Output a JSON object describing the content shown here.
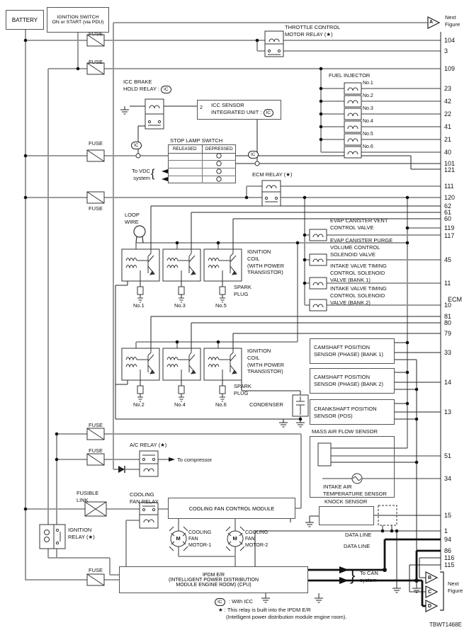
{
  "doc_code": "TBWT1468E",
  "ecm_label": "ECM",
  "pins": [
    "104",
    "3",
    "109",
    "23",
    "42",
    "22",
    "41",
    "21",
    "40",
    "101",
    "121",
    "111",
    "120",
    "62",
    "61",
    "60",
    "119",
    "117",
    "45",
    "11",
    "10",
    "81",
    "80",
    "79",
    "33",
    "14",
    "13",
    "51",
    "34",
    "15",
    "1",
    "94",
    "86",
    "116",
    "115"
  ],
  "battery": "BATTERY",
  "ignition_switch": [
    "IGNITION SWITCH",
    "ON or START (via PDU)"
  ],
  "fuse": "FUSE",
  "fusible_link": [
    "FUSIBLE",
    "LINK"
  ],
  "throttle_relay": [
    "THROTTLE CONTROL",
    "MOTOR RELAY (★)"
  ],
  "icc_brake_relay": [
    "ICC BRAKE",
    "HOLD RELAY :"
  ],
  "ic": "IC",
  "icc_sensor": {
    "pin": "2",
    "l1": "ICC SENSOR",
    "l2": "INTEGRATED UNIT :"
  },
  "stop_lamp": {
    "title": "STOP LAMP SWITCH",
    "col1": "RELEASED",
    "col2": "DEPRESSED"
  },
  "to_vdc": [
    "To VDC",
    "system"
  ],
  "ecm_relay": "ECM RELAY (★)",
  "fuel_injector": "FUEL INJECTOR",
  "inj": [
    "No.1",
    "No.2",
    "No.3",
    "No.4",
    "No.5",
    "No.6"
  ],
  "loop_wire": [
    "LOOP",
    "WIRE"
  ],
  "ign_coil": [
    "IGNITION",
    "COIL",
    "(WITH POWER",
    "TRANSISTOR)"
  ],
  "spark_plug": [
    "SPARK",
    "PLUG"
  ],
  "coil_nums_b1": [
    "No.1",
    "No.3",
    "No.5"
  ],
  "coil_nums_b2": [
    "No.2",
    "No.4",
    "No.6"
  ],
  "ev_vent": [
    "EVAP CANISTER VENT",
    "CONTROL VALVE"
  ],
  "ev_purge": [
    "EVAP CANISTER PURGE",
    "VOLUME CONTROL",
    "SOLENOID VALVE"
  ],
  "ivt1": [
    "INTAKE VALVE TIMING",
    "CONTROL SOLENOID",
    "VALVE (BANK 1)"
  ],
  "ivt2": [
    "INTAKE VALVE TIMING",
    "CONTROL SOLENOID",
    "VALVE (BANK 2)"
  ],
  "cam1": [
    "CAMSHAFT POSITION",
    "SENSOR (PHASE) (BANK 1)"
  ],
  "cam2": [
    "CAMSHAFT POSITION",
    "SENSOR (PHASE) (BANK 2)"
  ],
  "crank": [
    "CRANKSHAFT POSITION",
    "SENSOR (POS)"
  ],
  "condenser": "CONDENSER",
  "maf": "MASS AIR FLOW SENSOR",
  "iat": [
    "INTAKE AIR",
    "TEMPERATURE SENSOR"
  ],
  "knock": "KNOCK SENSOR",
  "data_line": "DATA LINE",
  "ac_relay": "A/C RELAY (★)",
  "to_compressor": "To compressor",
  "cooling_fan_relay": [
    "COOLING",
    "FAN RELAY"
  ],
  "fan_module": "COOLING FAN CONTROL MODULE",
  "motor1": [
    "COOLING",
    "FAN",
    "MOTOR-1"
  ],
  "motor2": [
    "COOLING",
    "FAN",
    "MOTOR-2"
  ],
  "motor_m": "M",
  "ignition_relay": [
    "IGNITION",
    "RELAY (★)"
  ],
  "ipdm": [
    "IPDM E/R",
    "(INTELLIGENT POWER DISTRIBUTION",
    "MODULE ENGINE ROOM) (CPU)"
  ],
  "to_can": [
    "To CAN",
    "system"
  ],
  "next_figure": [
    "Next",
    "Figure"
  ],
  "fig_arrows": [
    "A",
    "B",
    "C",
    "D"
  ],
  "notes": {
    "ic": ": With ICC",
    "star1": "★ : This relay is built into the IPDM E/R",
    "star2": "(Intelligent power distribution module engine room)."
  }
}
